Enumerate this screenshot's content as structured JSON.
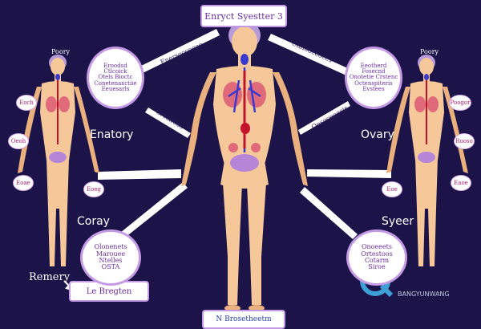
{
  "texts": {
    "title": "Enryct Syestter 3",
    "bottom_title": "N Brosetheetm",
    "left_name": "Poory",
    "right_name": "Poory",
    "enatory": "Enatory",
    "ovary": "Ovary",
    "coray": "Coray",
    "syeer": "Syeer",
    "remery": "Remery",
    "left_box": "Le Bregten",
    "top_left_ellipse": "Eroodsd\nCtlcoick\nOtels Bioctc\nConetenaxctiie\nEeuesarls",
    "top_right_ellipse": "Eeotherd\nFosecnd\nOnotetie Crstenc\nOctenspiteris\nEvstees",
    "bottom_left_ellipse": "Olonenets\nMarouee\nNtelles\nOSTA",
    "bottom_right_ellipse": "Onoeeets\nOrtestoos\nCotarm\nSiroe",
    "arrow_top_left": "Enersoocoeee",
    "arrow_top_right": "Ctinooeeoees",
    "arrow_mid_left": "Grosiroos",
    "arrow_mid_right": "Onsoceeeeis",
    "oval_l1": "Eoch",
    "oval_l2": "Oeoh",
    "oval_l3": "Eoae",
    "oval_l4": "Eoeg",
    "oval_r1": "Poogor",
    "oval_r2": "Rooso",
    "oval_r3": "Eaoe",
    "oval_r4": "Eoe",
    "watermark": "BANGYUNWANG"
  },
  "colors": {
    "background": "#1c1448",
    "skin": "#f6c899",
    "skin_shade": "#eab07e",
    "hair": "#b79ad8",
    "organ": "#e06a7a",
    "vein": "#3a3ad0",
    "vessel": "#c3122b",
    "uterus": "#b685d8",
    "ellipse_border": "#c59be6",
    "ellipse_text": "#6b2da3",
    "oval_text": "#b0206b"
  }
}
